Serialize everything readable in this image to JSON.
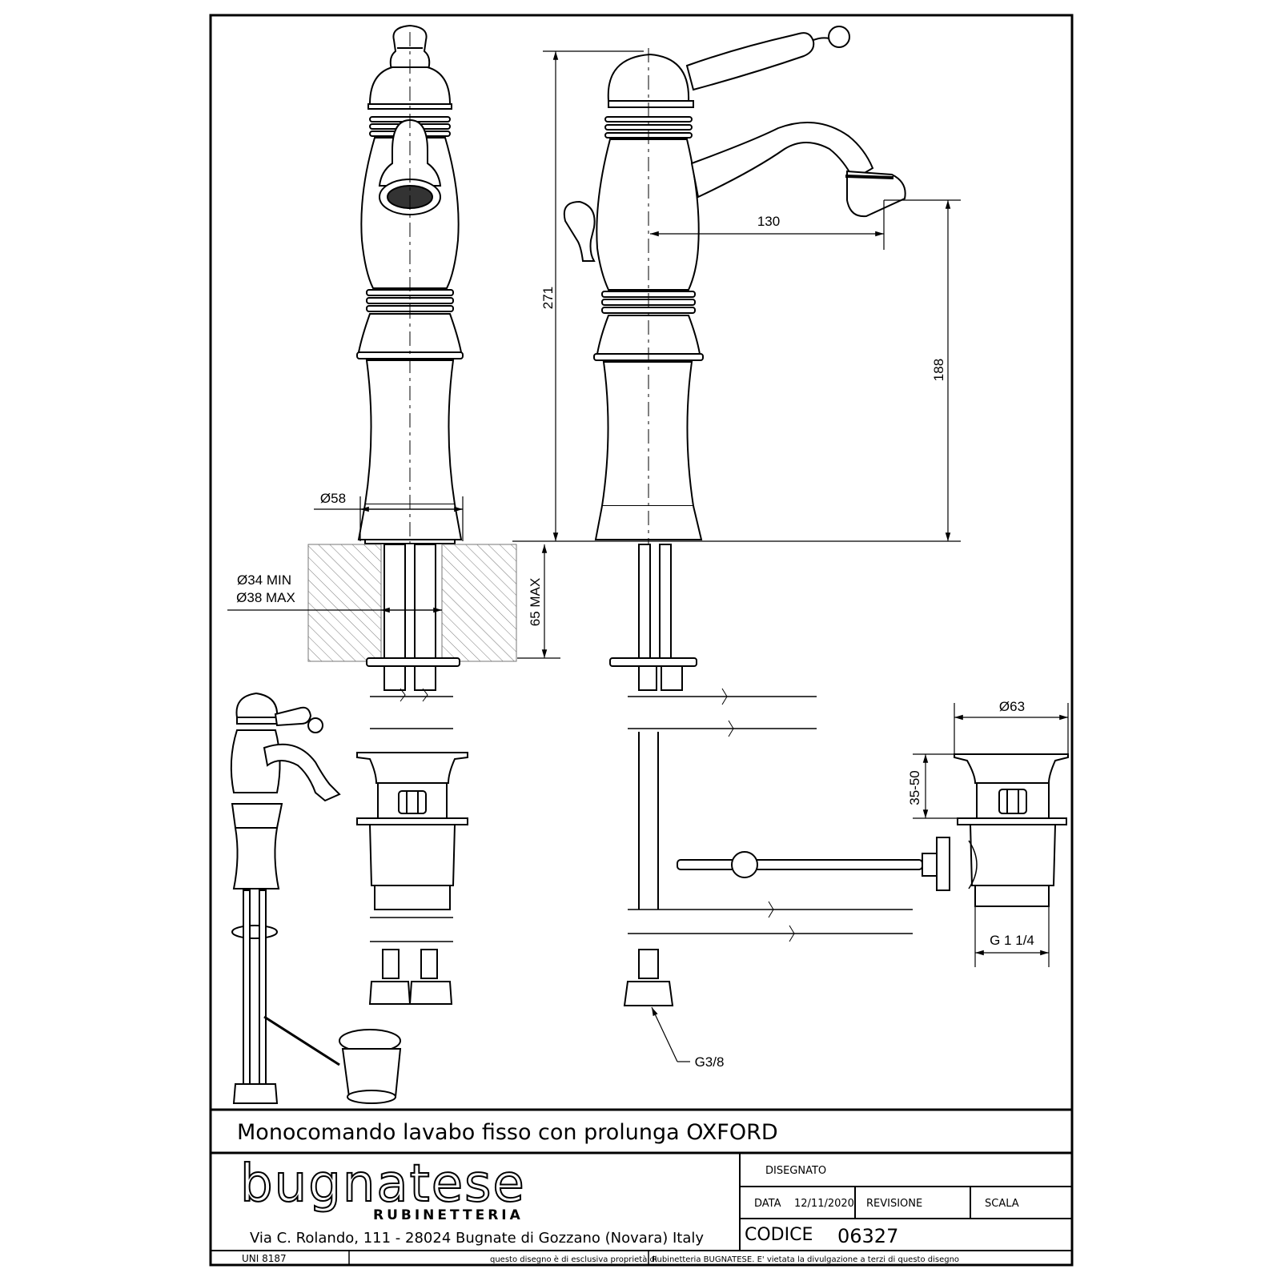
{
  "title": "Monocomando lavabo fisso con prolunga OXFORD",
  "brand": {
    "name": "bugnatese",
    "subtitle": "RUBINETTERIA"
  },
  "address": "Via C. Rolando, 111 - 28024 Bugnate di Gozzano (Novara) Italy",
  "title_block": {
    "disegnato_label": "DISEGNATO",
    "data_label": "DATA",
    "data_value": "12/11/2020",
    "revisione_label": "REVISIONE",
    "scala_label": "SCALA",
    "codice_label": "CODICE",
    "codice_value": "06327",
    "uni": "UNI 8187",
    "notice_part1": "questo disegno è di esclusiva proprietà di",
    "notice_part2": "Rubinetteria BUGNATESE. E' vietata la divulgazione a terzi di questo disegno"
  },
  "dimensions": {
    "height_total": "271",
    "spout_reach": "130",
    "spout_height": "188",
    "base_diameter": "Ø58",
    "hole_min": "Ø34 MIN",
    "hole_max": "Ø38 MAX",
    "deck_max": "65 MAX",
    "waste_diameter": "Ø63",
    "waste_height": "35-50",
    "waste_thread": "G 1 1/4",
    "hose_thread": "G3/8"
  }
}
